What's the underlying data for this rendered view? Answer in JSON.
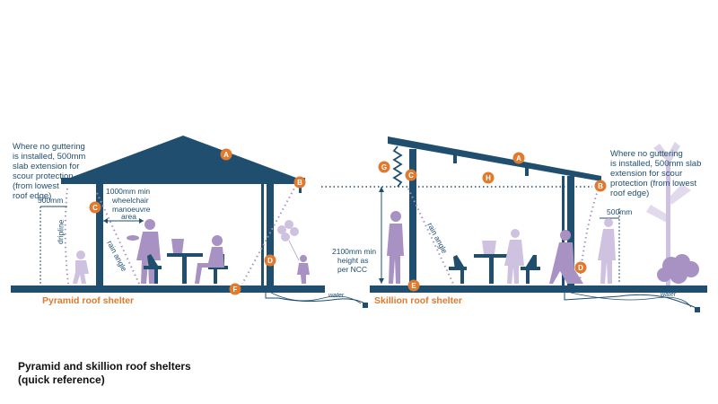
{
  "caption": {
    "line1": "Pyramid and skillion roof shelters",
    "line2": "(quick reference)"
  },
  "pyramid": {
    "label": "Pyramid roof shelter",
    "gutter_note": [
      "Where no guttering",
      "is installed, 500mm",
      "slab extension for",
      "scour protection",
      "(from lowest",
      "roof edge)"
    ],
    "dim_500": "500mm",
    "dripline": "dripline",
    "rain_angle": "rain angle",
    "manoeuvre": [
      "1000mm min",
      "wheelchair",
      "manoeuvre",
      "area"
    ]
  },
  "skillion": {
    "label": "Skillion roof shelter",
    "gutter_note": [
      "Where no guttering",
      "is installed, 500mm slab",
      "extension for scour",
      "protection (from lowest",
      "roof edge)"
    ],
    "dim_500": "500mm",
    "rain_angle": "rain angle",
    "height": [
      "2100mm min",
      "height as",
      "per NCC"
    ]
  },
  "water_label": "water",
  "markers": [
    "A",
    "B",
    "C",
    "D",
    "E",
    "F",
    "G",
    "H"
  ],
  "colors": {
    "structure": "#1f4e6e",
    "figures": "#a892c4",
    "markers": "#e07a2e"
  }
}
